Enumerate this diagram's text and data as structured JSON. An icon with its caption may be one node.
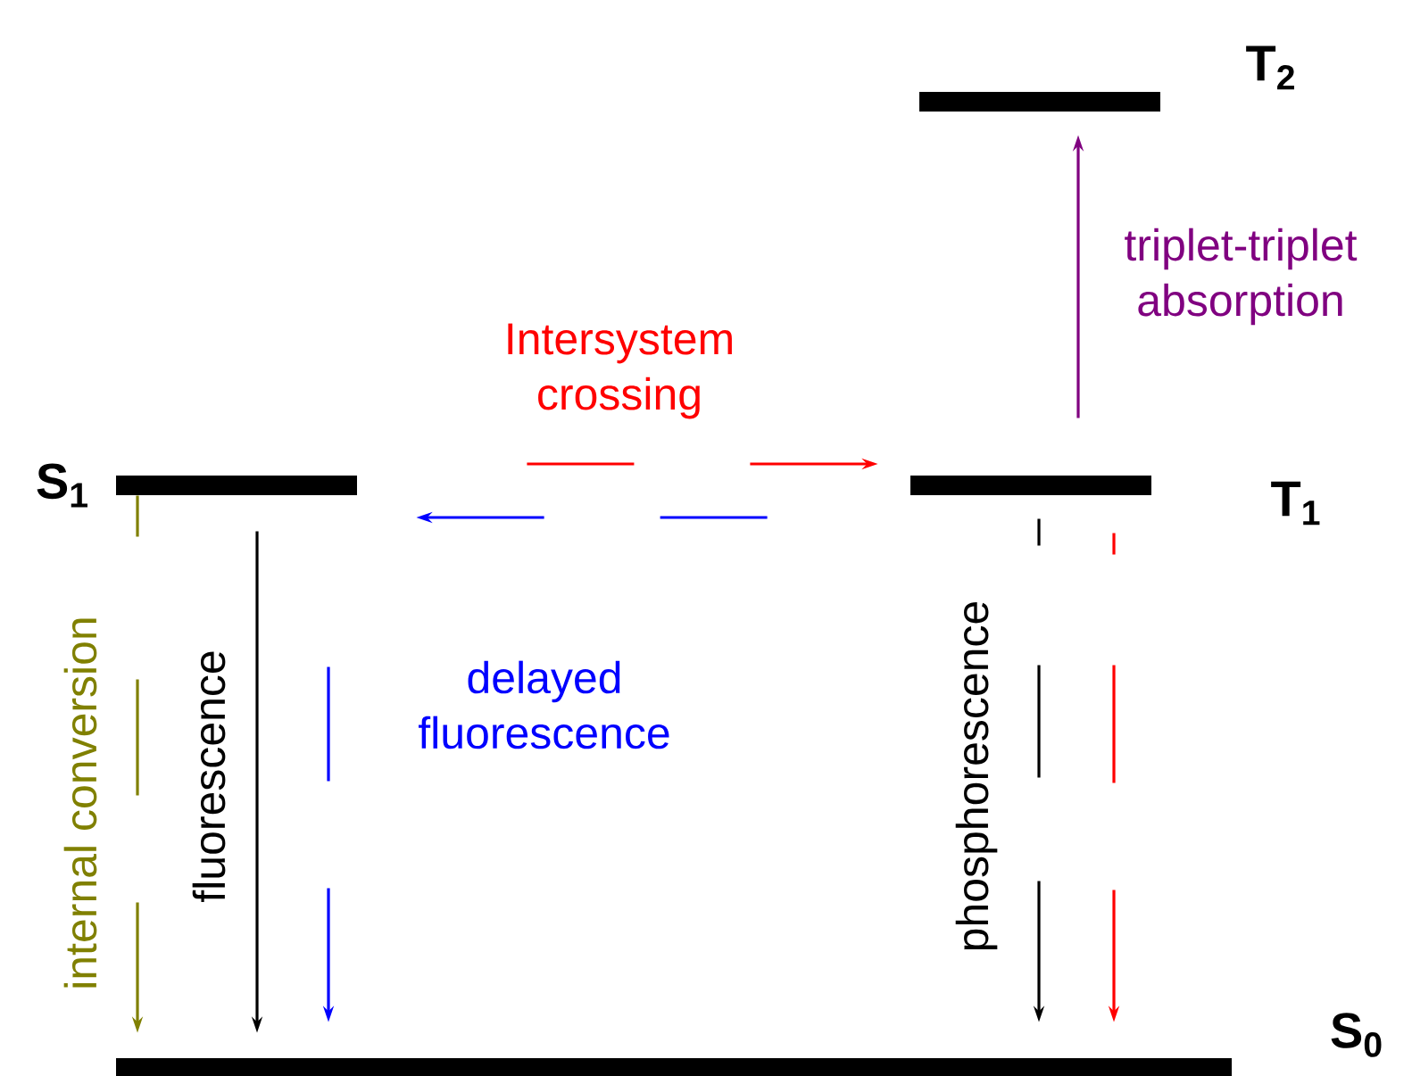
{
  "diagram": {
    "nodes": [
      {
        "text": [
          "S$_{1}$"
        ]
      },
      {
        "text": [
          "T$_{2}$"
        ]
      },
      {
        "text": [
          "T$_{1}$"
        ]
      },
      {
        "text": [
          "S$_{0}$"
        ]
      }
    ],
    "edges": [
      {
        "from": 0,
        "to": 2,
        "arrow": "to",
        "label": "Intersystem crossing",
        "style": "dashed",
        "color": "#ff0000"
      },
      {
        "from": 2,
        "to": 0,
        "arrow": "to",
        "style": "dashed",
        "color": "#0000ff"
      },
      {
        "from": 0,
        "to": 3,
        "arrow": "to",
        "label": "internal conversion",
        "style": "dashed",
        "color": "#808000"
      },
      {
        "from": 0,
        "to": 3,
        "arrow": "to",
        "label": "fluorescence",
        "color": "#000000"
      },
      {
        "from": 0,
        "to": 3,
        "arrow": "to",
        "label": "delayed fluorescence",
        "style": "dashed",
        "color": "#0000ff"
      },
      {
        "from": 2,
        "to": 3,
        "arrow": "to",
        "label": "phosphorescence",
        "style": "dashed",
        "color": "#000000"
      },
      {
        "from": 2,
        "to": 3,
        "arrow": "to",
        "style": "dashed",
        "color": "#ff0000"
      },
      {
        "from": 2,
        "to": 1,
        "arrow": "to",
        "label": "triplet-triplet absorption",
        "color": "#800080"
      }
    ]
  }
}
